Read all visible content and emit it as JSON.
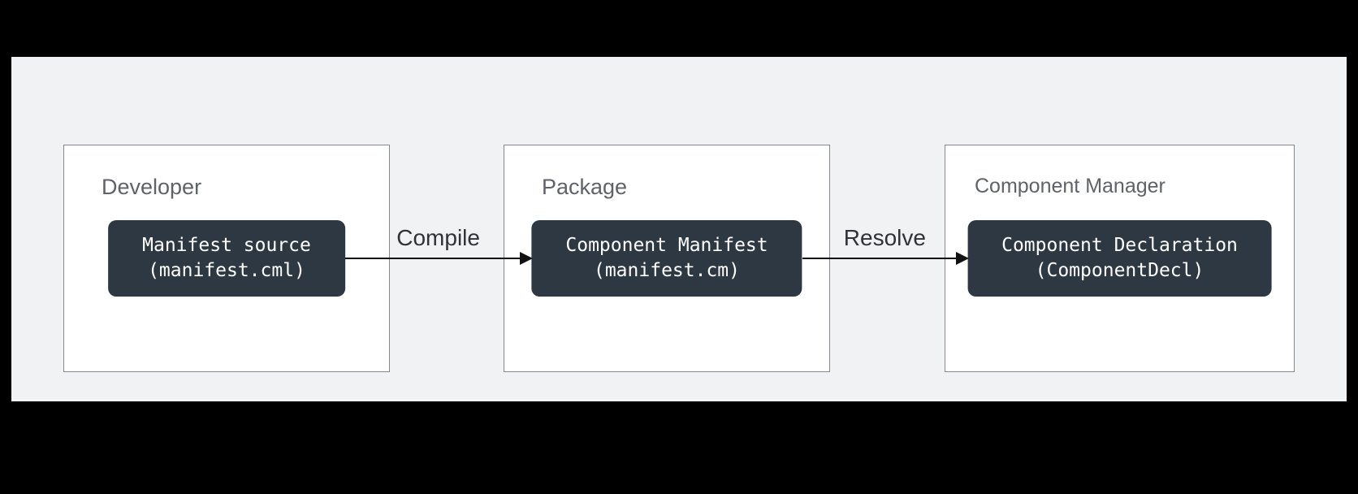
{
  "diagram": {
    "groups": [
      {
        "label": "Developer",
        "node": {
          "line1": "Manifest source",
          "line2": "(manifest.cml)"
        }
      },
      {
        "label": "Package",
        "node": {
          "line1": "Component Manifest",
          "line2": "(manifest.cm)"
        }
      },
      {
        "label": "Component Manager",
        "node": {
          "line1": "Component Declaration",
          "line2": "(ComponentDecl)"
        }
      }
    ],
    "arrows": [
      {
        "label": "Compile"
      },
      {
        "label": "Resolve"
      }
    ],
    "colors": {
      "background": "#000000",
      "panel": "#f0f2f4",
      "node_fill": "#2d3843",
      "node_text": "#ffffff",
      "group_border": "#85898d",
      "group_label": "#5f6368",
      "arrow": "#111111"
    }
  }
}
